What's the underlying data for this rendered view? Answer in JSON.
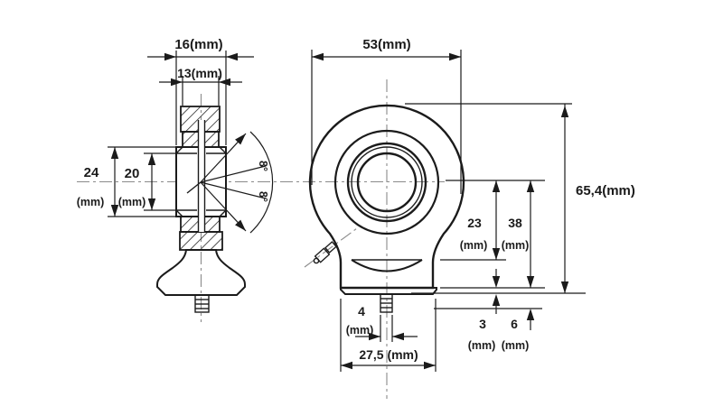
{
  "drawing": {
    "background_color": "#ffffff",
    "line_color": "#1b1b1b",
    "centerline_color": "#8a8a8a"
  },
  "side_view": {
    "dim_outer_width": "16(mm)",
    "dim_head_width": "13(mm)",
    "dim_outer_height": "24",
    "dim_outer_height_unit": "(mm)",
    "dim_bore_height": "20",
    "dim_bore_height_unit": "(mm)",
    "dim_angle_upper": "8°",
    "dim_angle_lower": "8°"
  },
  "front_view": {
    "dim_width": "53(mm)",
    "dim_total_height": "65,4(mm)",
    "dim_center_to_shoulder": "23",
    "dim_center_to_shoulder_unit": "(mm)",
    "dim_center_to_base": "38",
    "dim_center_to_base_unit": "(mm)",
    "dim_plate": "3",
    "dim_plate_unit": "(mm)",
    "dim_pin_protrusion": "6",
    "dim_pin_protrusion_unit": "(mm)",
    "dim_pin_width": "4",
    "dim_pin_width_unit": "(mm)",
    "dim_base_width": "27,5 (mm)"
  }
}
